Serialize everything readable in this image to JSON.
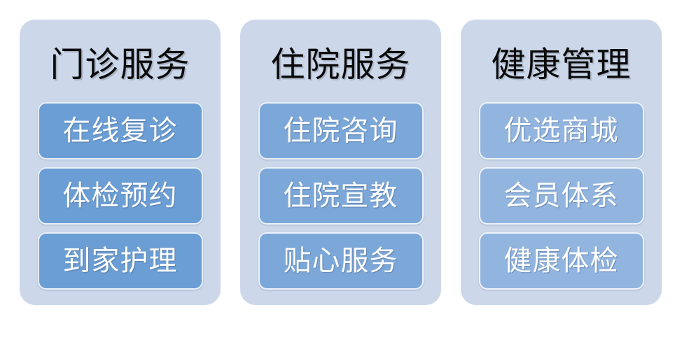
{
  "diagram": {
    "type": "three-column-service-card-diagram",
    "background_color": "#ffffff",
    "card_background_color": "#ccd8ea",
    "title_color": "#0a0a0a",
    "pill_text_color": "#ffffff",
    "columns": [
      {
        "title": "门诊服务",
        "accent_color": "#6b9ed4",
        "items": [
          {
            "label": "在线复诊"
          },
          {
            "label": "体检预约"
          },
          {
            "label": "到家护理"
          }
        ]
      },
      {
        "title": "住院服务",
        "accent_color": "#7ca7d9",
        "items": [
          {
            "label": "住院咨询"
          },
          {
            "label": "住院宣教"
          },
          {
            "label": "贴心服务"
          }
        ]
      },
      {
        "title": "健康管理",
        "accent_color": "#92b5e0",
        "items": [
          {
            "label": "优选商城"
          },
          {
            "label": "会员体系"
          },
          {
            "label": "健康体检"
          }
        ]
      }
    ]
  }
}
